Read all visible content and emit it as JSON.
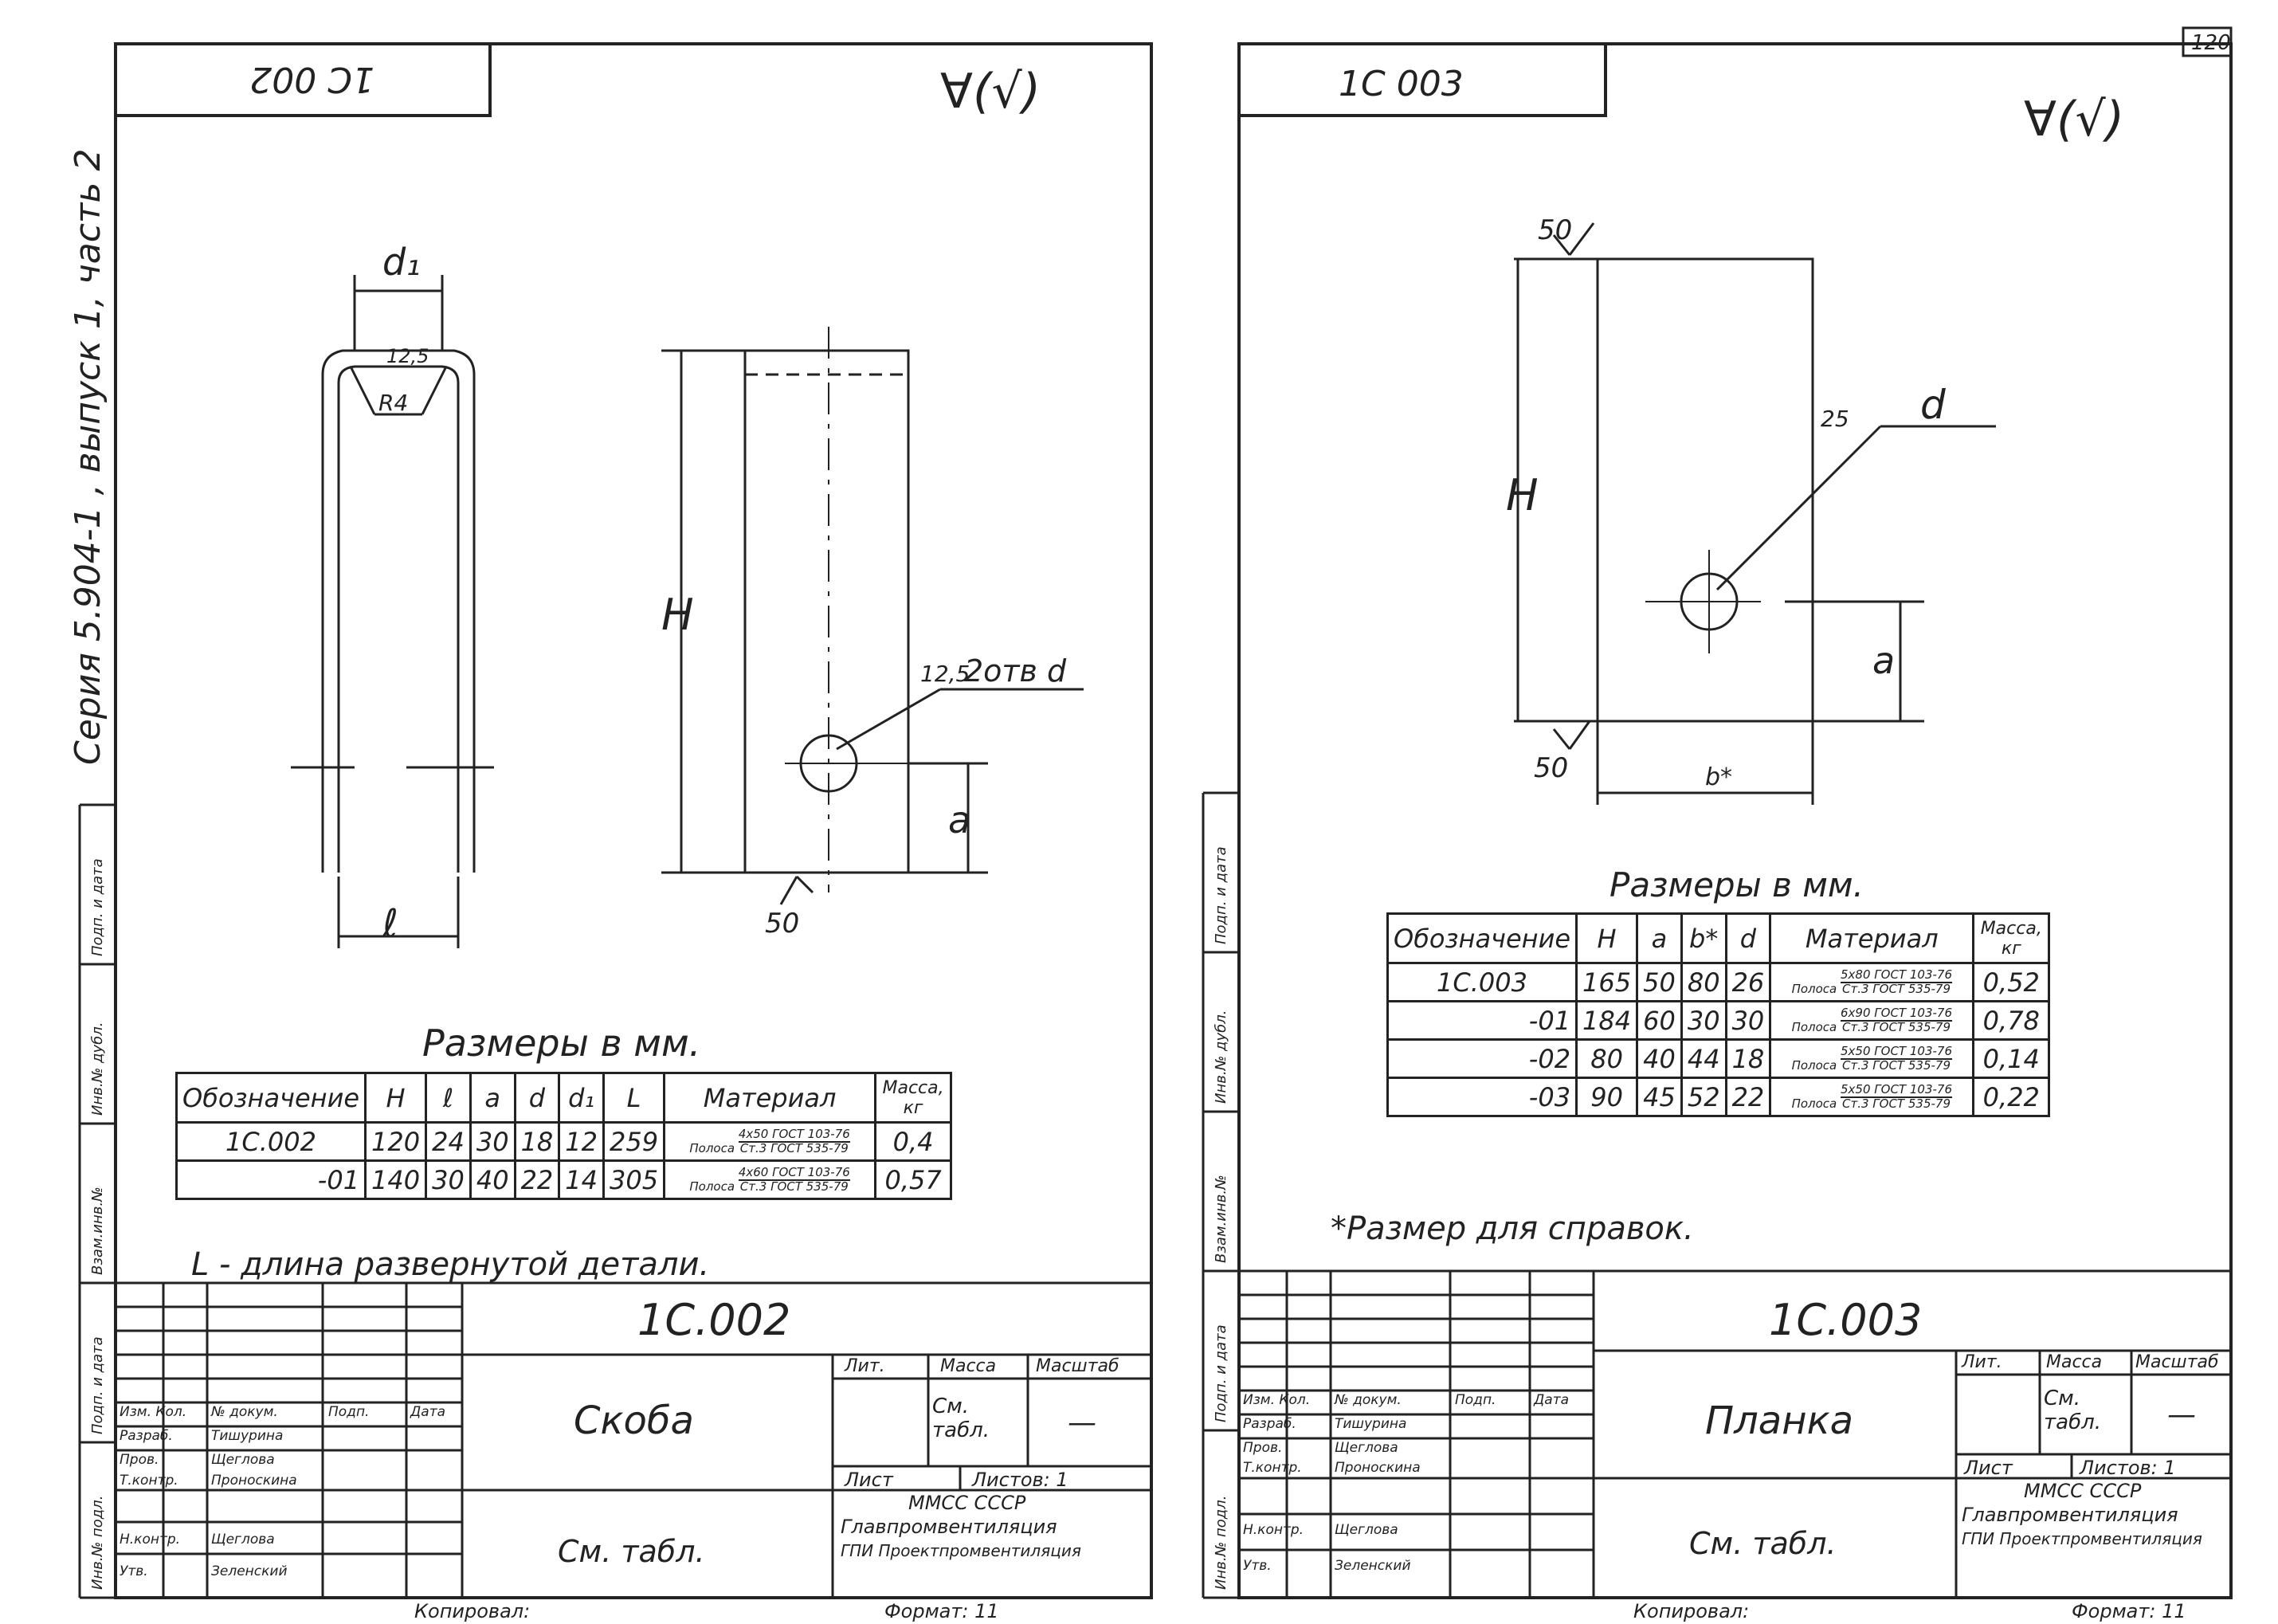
{
  "sheet_number": "120",
  "left": {
    "stamp_code": "1С 002",
    "roughness_mark": "∀(√)",
    "side_label": "Серия 5.904-1 , выпуск 1, часть 2",
    "dims": {
      "d1": "d₁",
      "r125": "12,5",
      "r4": "R4",
      "H": "H",
      "l": "ℓ",
      "a": "a",
      "holes": "2отв d",
      "r125b": "12,5",
      "s50": "50"
    },
    "table": {
      "caption": "Размеры  в мм.",
      "headers": [
        "Обозначение",
        "H",
        "ℓ",
        "a",
        "d",
        "d₁",
        "L",
        "Материал",
        "Масса, кг"
      ],
      "rows": [
        {
          "designation": "1С.002",
          "H": "120",
          "l": "24",
          "a": "30",
          "d": "18",
          "d1": "12",
          "L": "259",
          "mat_prefix": "Полоса",
          "mat_top": "4х50 ГОСТ 103-76",
          "mat_bottom": "Ст.3 ГОСТ 535-79",
          "mass": "0,4"
        },
        {
          "designation": "-01",
          "H": "140",
          "l": "30",
          "a": "40",
          "d": "22",
          "d1": "14",
          "L": "305",
          "mat_prefix": "Полоса",
          "mat_top": "4х60 ГОСТ 103-76",
          "mat_bottom": "Ст.3 ГОСТ 535-79",
          "mass": "0,57"
        }
      ]
    },
    "note": "L - длина развернутой детали.",
    "title_block": {
      "doc_code": "1С.002",
      "name": "Скоба",
      "material": "См. табл.",
      "lit": "Лит.",
      "mass": "Масса",
      "scale": "Масштаб",
      "mass_value": "См. табл.",
      "scale_value": "—",
      "sheet": "Лист",
      "sheets": "Листов: 1",
      "org1": "ММСС  СССР",
      "org2": "Главпромвентиляция",
      "org3": "ГПИ Проектпромвентиляция",
      "roles": [
        {
          "role": "Изм. Кол.",
          "name": "№ докум.",
          "sign": "Подп.",
          "date": "Дата"
        },
        {
          "role": "Разраб.",
          "name": "Тишурина",
          "sign": "",
          "date": ""
        },
        {
          "role": "Пров.",
          "name": "Щеглова",
          "sign": "",
          "date": ""
        },
        {
          "role": "Т.контр.",
          "name": "Проноскина",
          "sign": "",
          "date": ""
        },
        {
          "role": "Н.контр.",
          "name": "Щеглова",
          "sign": "",
          "date": ""
        },
        {
          "role": "Утв.",
          "name": "Зеленский",
          "sign": "",
          "date": ""
        }
      ]
    },
    "left_strip": [
      "Подп. и дата",
      "Инв.№ дубл.",
      "Взам.инв.№",
      "Подп. и дата",
      "Инв.№ подл."
    ],
    "copied": "Копировал:",
    "format": "Формат: 11"
  },
  "right": {
    "stamp_code": "1С 003",
    "roughness_mark": "∀(√)",
    "dims": {
      "s50a": "50",
      "r25": "25",
      "d": "d",
      "H": "H",
      "a": "a",
      "s50b": "50",
      "b": "b*"
    },
    "table": {
      "caption": "Размеры  в мм.",
      "headers": [
        "Обозначение",
        "H",
        "a",
        "b*",
        "d",
        "Материал",
        "Масса, кг"
      ],
      "rows": [
        {
          "designation": "1С.003",
          "H": "165",
          "a": "50",
          "b": "80",
          "d": "26",
          "mat_prefix": "Полоса",
          "mat_top": "5х80 ГОСТ 103-76",
          "mat_bottom": "Ст.3 ГОСТ 535-79",
          "mass": "0,52"
        },
        {
          "designation": "-01",
          "H": "184",
          "a": "60",
          "b": "30",
          "d": "30",
          "mat_prefix": "Полоса",
          "mat_top": "6х90 ГОСТ 103-76",
          "mat_bottom": "Ст.3 ГОСТ 535-79",
          "mass": "0,78"
        },
        {
          "designation": "-02",
          "H": "80",
          "a": "40",
          "b": "44",
          "d": "18",
          "mat_prefix": "Полоса",
          "mat_top": "5х50 ГОСТ 103-76",
          "mat_bottom": "Ст.3 ГОСТ 535-79",
          "mass": "0,14"
        },
        {
          "designation": "-03",
          "H": "90",
          "a": "45",
          "b": "52",
          "d": "22",
          "mat_prefix": "Полоса",
          "mat_top": "5х50 ГОСТ 103-76",
          "mat_bottom": "Ст.3 ГОСТ 535-79",
          "mass": "0,22"
        }
      ]
    },
    "note": "*Размер для справок.",
    "title_block": {
      "doc_code": "1С.003",
      "name": "Планка",
      "material": "См. табл.",
      "lit": "Лит.",
      "mass": "Масса",
      "scale": "Масштаб",
      "mass_value": "См. табл.",
      "scale_value": "—",
      "sheet": "Лист",
      "sheets": "Листов: 1",
      "org1": "ММСС  СССР",
      "org2": "Главпромвентиляция",
      "org3": "ГПИ Проектпромвентиляция",
      "roles": [
        {
          "role": "Изм. Кол.",
          "name": "№ докум.",
          "sign": "Подп.",
          "date": "Дата"
        },
        {
          "role": "Разраб.",
          "name": "Тишурина",
          "sign": "",
          "date": ""
        },
        {
          "role": "Пров.",
          "name": "Щеглова",
          "sign": "",
          "date": ""
        },
        {
          "role": "Т.контр.",
          "name": "Проноскина",
          "sign": "",
          "date": ""
        },
        {
          "role": "Н.контр.",
          "name": "Щеглова",
          "sign": "",
          "date": ""
        },
        {
          "role": "Утв.",
          "name": "Зеленский",
          "sign": "",
          "date": ""
        }
      ]
    },
    "left_strip": [
      "Подп. и дата",
      "Инв.№ дубл.",
      "Взам.инв.№",
      "Подп. и дата",
      "Инв.№ подл."
    ],
    "copied": "Копировал:",
    "format": "Формат: 11"
  }
}
